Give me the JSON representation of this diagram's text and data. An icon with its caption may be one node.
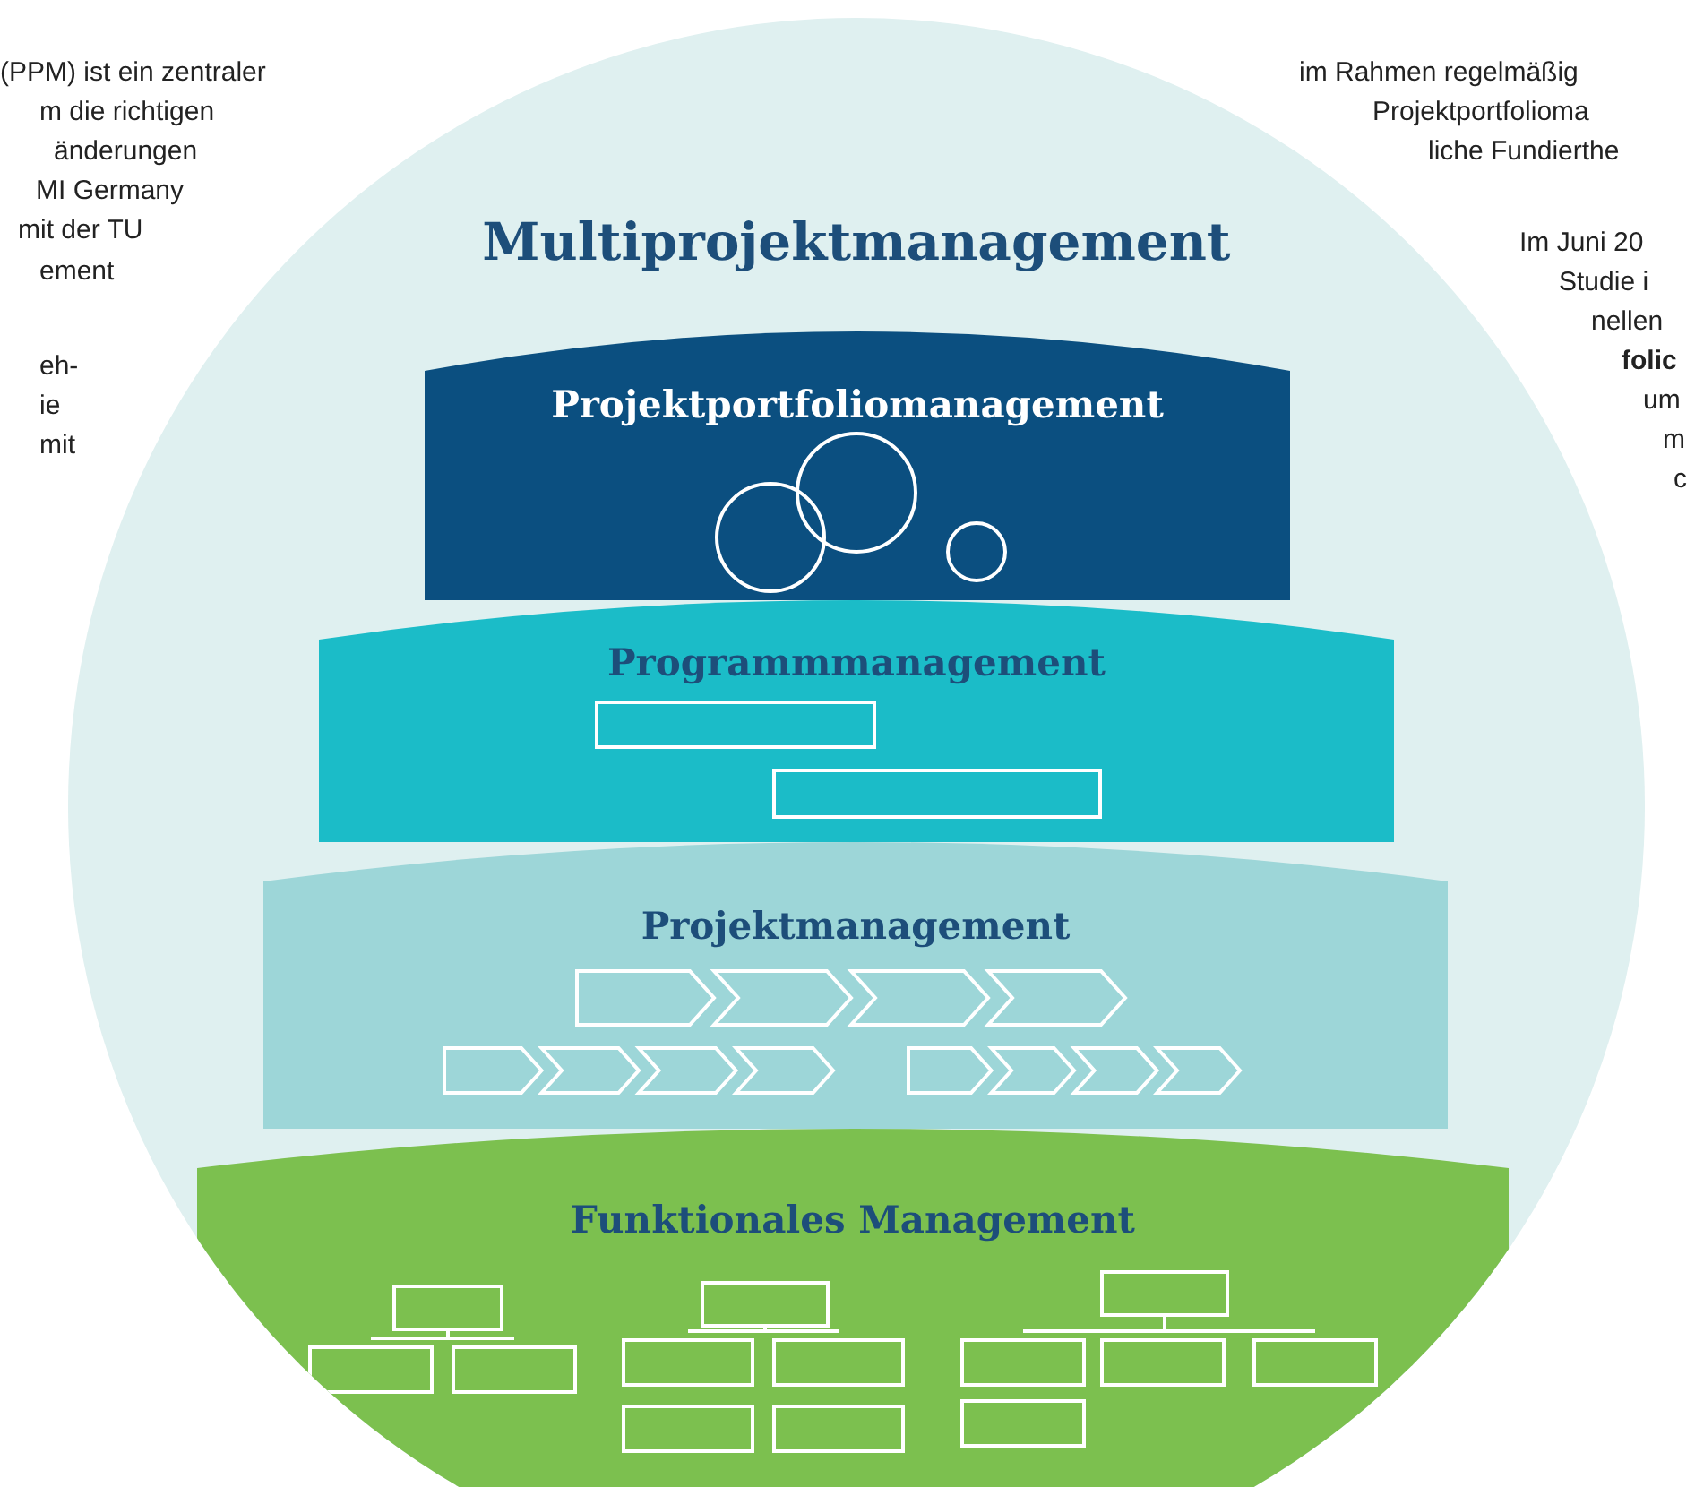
{
  "diagram": {
    "nodes": [
      {
        "text": [
          "Multiprojektmanagement"
        ]
      },
      {
        "text": [
          "Projektportfoliomanagement"
        ],
        "in": 0
      },
      {
        "text": [
          "Programmmanagement"
        ],
        "in": 0
      },
      {
        "text": [
          "Projektmanagement"
        ],
        "in": 0
      },
      {
        "text": [
          "Funktionales Management"
        ],
        "in": 0
      }
    ],
    "labels": [
      "(PPM) ist ein zentraler",
      "m die richtigen",
      "änderungen",
      "MI Germany",
      "mit der TU",
      "ement",
      "eh-",
      "ie",
      "mit",
      "im Rahmen regelmäßig",
      "Projektportfolioma",
      "liche Fundierthe",
      "Im Juni 20",
      "Studie i",
      "nellen",
      "folic",
      "um",
      "m",
      "c"
    ]
  }
}
